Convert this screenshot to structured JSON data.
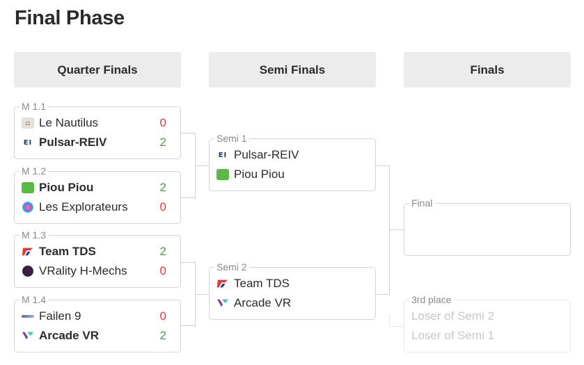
{
  "page": {
    "title": "Final Phase"
  },
  "columns": [
    {
      "label": "Quarter Finals"
    },
    {
      "label": "Semi Finals"
    },
    {
      "label": "Finals"
    }
  ],
  "quarter_finals": [
    {
      "label": "M 1.1",
      "teams": [
        {
          "name": "Le Nautilus",
          "score": "0",
          "icon": "le-nautilus-logo"
        },
        {
          "name": "Pulsar-REIV",
          "score": "2",
          "icon": "pulsar-reiv-logo"
        }
      ]
    },
    {
      "label": "M 1.2",
      "teams": [
        {
          "name": "Piou Piou",
          "score": "2",
          "icon": "piou-piou-logo"
        },
        {
          "name": "Les Explorateurs",
          "score": "0",
          "icon": "les-explorateurs-logo"
        }
      ]
    },
    {
      "label": "M 1.3",
      "teams": [
        {
          "name": "Team TDS",
          "score": "2",
          "icon": "team-tds-logo"
        },
        {
          "name": "VRality H-Mechs",
          "score": "0",
          "icon": "vrality-logo"
        }
      ]
    },
    {
      "label": "M 1.4",
      "teams": [
        {
          "name": "Failen 9",
          "score": "0",
          "icon": "failen-9-logo"
        },
        {
          "name": "Arcade VR",
          "score": "2",
          "icon": "arcade-vr-logo"
        }
      ]
    }
  ],
  "semi_finals": [
    {
      "label": "Semi 1",
      "teams": [
        {
          "name": "Pulsar-REIV",
          "icon": "pulsar-reiv-logo"
        },
        {
          "name": "Piou Piou",
          "icon": "piou-piou-logo"
        }
      ]
    },
    {
      "label": "Semi 2",
      "teams": [
        {
          "name": "Team TDS",
          "icon": "team-tds-logo"
        },
        {
          "name": "Arcade VR",
          "icon": "arcade-vr-logo"
        }
      ]
    }
  ],
  "finals": {
    "final": {
      "label": "Final"
    },
    "third_place": {
      "label": "3rd place",
      "teams": [
        {
          "name": "Loser of Semi 2"
        },
        {
          "name": "Loser of Semi 1"
        }
      ]
    }
  },
  "colors": {
    "win": "#43a047",
    "loss": "#e53935",
    "header_bg": "#ececec",
    "border": "#d4d4d4"
  }
}
